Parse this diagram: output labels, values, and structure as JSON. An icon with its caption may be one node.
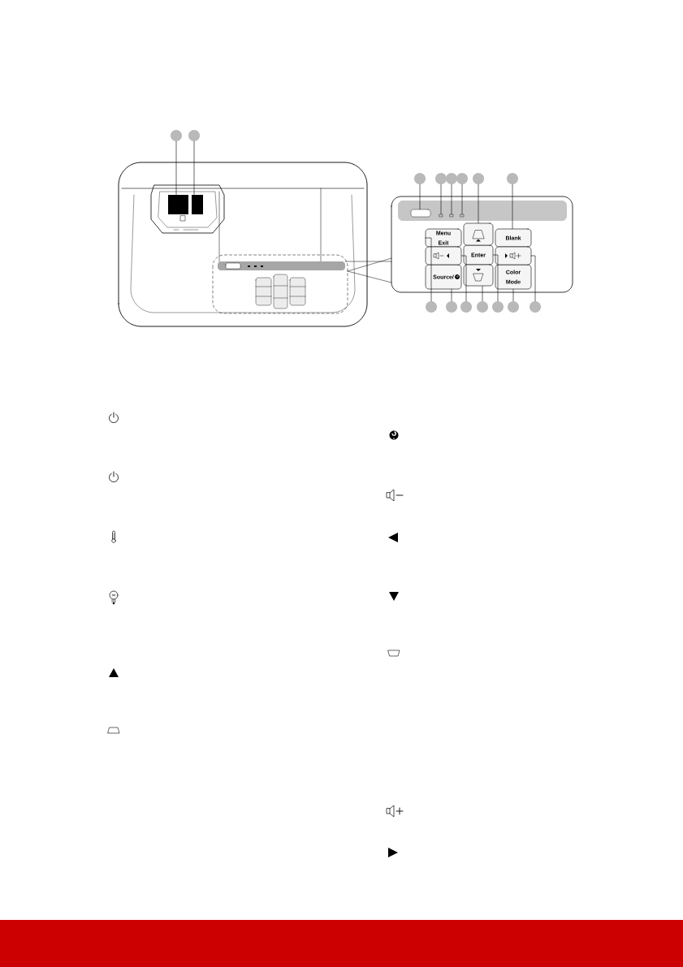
{
  "diagram": {
    "nodes": [
      {
        "text": [],
        "shape": "circle"
      },
      {
        "text": [],
        "shape": "circle"
      },
      {
        "text": [],
        "shape": "circle"
      },
      {
        "text": [],
        "shape": "circle"
      },
      {
        "text": [],
        "shape": "circle"
      },
      {
        "text": [],
        "shape": "circle"
      },
      {
        "text": [],
        "shape": "circle"
      },
      {
        "text": [],
        "shape": "circle"
      },
      {
        "text": [
          "Menu Exit"
        ]
      },
      {
        "text": [
          "Blank"
        ]
      },
      {
        "text": [
          "Enter"
        ]
      },
      {
        "text": [
          "Source/"
        ]
      },
      {
        "text": [
          "Color Mode"
        ]
      },
      {
        "text": [],
        "shape": "circle"
      },
      {
        "text": [],
        "shape": "circle"
      },
      {
        "text": [],
        "shape": "circle"
      },
      {
        "text": [],
        "shape": "circle"
      },
      {
        "text": [],
        "shape": "circle"
      },
      {
        "text": [],
        "shape": "circle"
      },
      {
        "text": [],
        "shape": "circle"
      },
      {
        "text": [],
        "shape": "box"
      },
      {
        "text": [],
        "shape": "box"
      },
      {
        "text": [],
        "shape": "box"
      },
      {
        "text": [],
        "shape": "box"
      },
      {
        "text": [],
        "shape": "box"
      },
      {
        "text": [],
        "shape": "box"
      },
      {
        "text": [],
        "shape": "box"
      },
      {
        "text": [],
        "shape": "box"
      },
      {
        "text": [],
        "shape": "box"
      },
      {
        "text": [],
        "shape": "box"
      }
    ],
    "edges": [
      {
        "from": 0,
        "to": 20,
        "arrow": "none"
      },
      {
        "from": 1,
        "to": 21,
        "arrow": "none"
      },
      {
        "from": 2,
        "to": 22,
        "arrow": "none"
      },
      {
        "from": 3,
        "to": 23,
        "arrow": "none"
      },
      {
        "from": 4,
        "to": 24,
        "arrow": "none"
      },
      {
        "from": 5,
        "to": 25,
        "arrow": "none"
      },
      {
        "from": 6,
        "to": 26,
        "arrow": "none"
      },
      {
        "from": 7,
        "to": 9,
        "arrow": "none"
      },
      {
        "from": 13,
        "to": 8,
        "arrow": "none"
      },
      {
        "from": 14,
        "to": 11,
        "arrow": "none"
      },
      {
        "from": 15,
        "to": 28,
        "arrow": "none"
      },
      {
        "from": 16,
        "to": 27,
        "arrow": "none"
      },
      {
        "from": 17,
        "to": 10,
        "arrow": "none"
      },
      {
        "from": 18,
        "to": 12,
        "arrow": "none"
      },
      {
        "from": 19,
        "to": 29,
        "arrow": "none"
      }
    ]
  }
}
